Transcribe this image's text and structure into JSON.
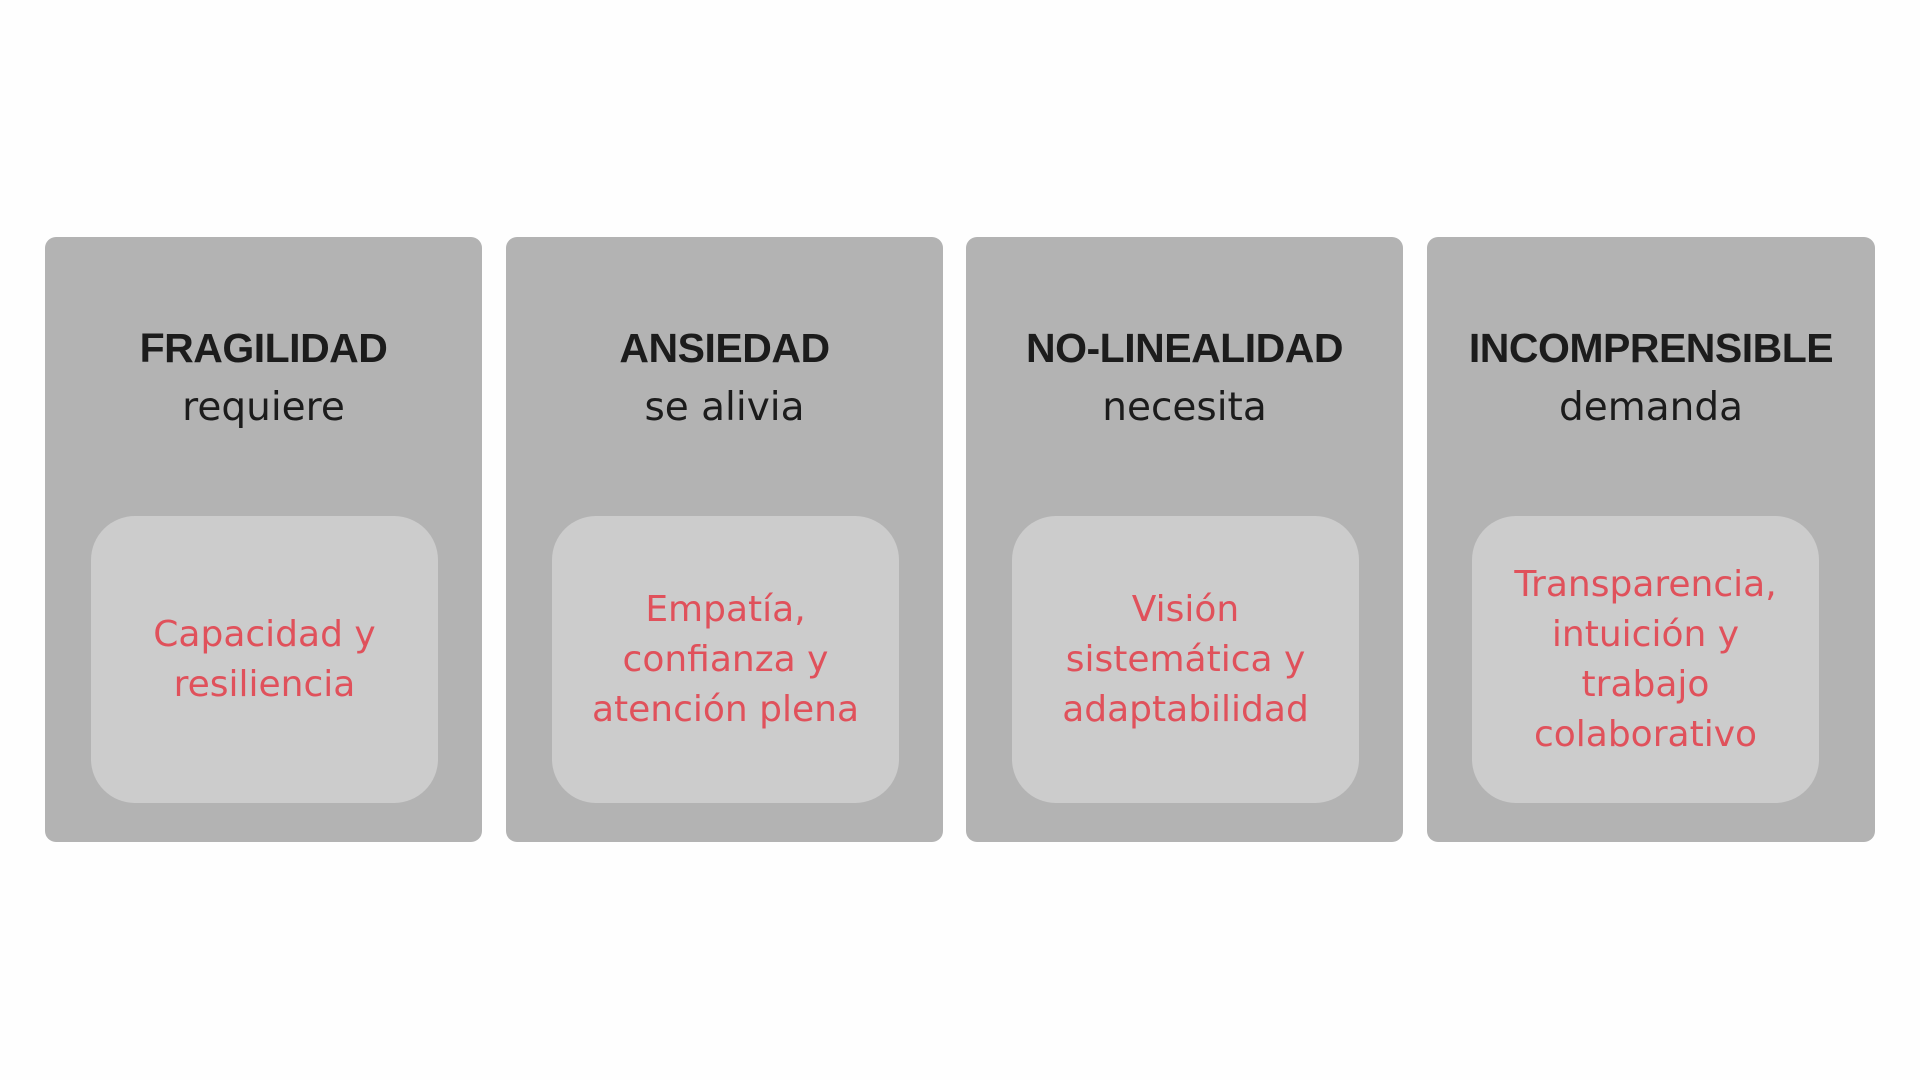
{
  "colors": {
    "background": "#fefefe",
    "card": "#b3b3b3",
    "inner_box": "#cccccc",
    "title_text": "#1c1c1c",
    "accent_text": "#e0515b"
  },
  "cards": [
    {
      "title": "FRAGILIDAD",
      "verb": "requiere",
      "answer_lines": [
        "Capacidad y",
        "resiliencia"
      ]
    },
    {
      "title": "ANSIEDAD",
      "verb": "se alivia",
      "answer_lines": [
        "Empatía,",
        "confianza y",
        "atención plena"
      ]
    },
    {
      "title": "NO-LINEALIDAD",
      "verb": "necesita",
      "answer_lines": [
        "Visión",
        "sistemática y",
        "adaptabilidad"
      ]
    },
    {
      "title": "INCOMPRENSIBLE",
      "verb": "demanda",
      "answer_lines": [
        "Transparencia,",
        "intuición y",
        "trabajo",
        "colaborativo"
      ]
    }
  ]
}
